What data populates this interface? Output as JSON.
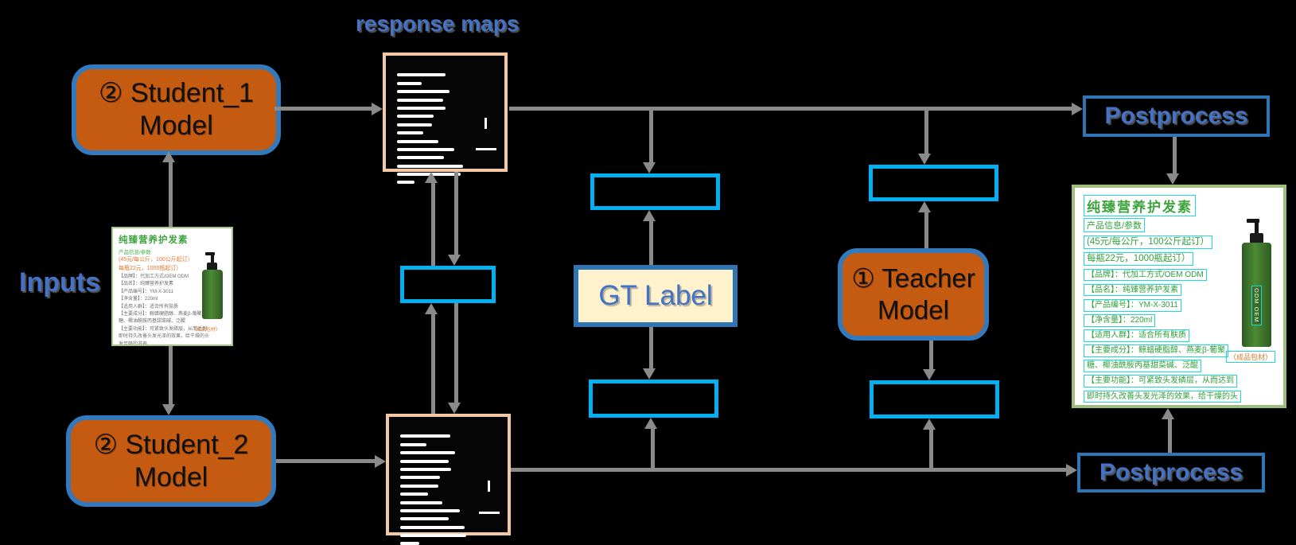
{
  "title": "response maps",
  "inputs_label": "Inputs",
  "nodes": {
    "student1": {
      "line1": "② Student_1",
      "line2": "Model"
    },
    "student2": {
      "line1": "② Student_2",
      "line2": "Model"
    },
    "teacher": {
      "line1": "① Teacher",
      "line2": "Model"
    },
    "gt_label": "GT Label",
    "postprocess_top": "Postprocess",
    "postprocess_bottom": "Postprocess"
  },
  "product": {
    "title": "纯臻营养护发素",
    "subtitle": "产品信息/参数",
    "lines": [
      "(45元/每公斤，100公斤起订）",
      "每瓶22元，1000瓶起订）",
      "【品牌】：代加工方式/OEM ODM",
      "【品名】：纯臻营养护发素",
      "【产品编号】：YM-X-3011",
      "【净含量】：220ml",
      "【适用人群】：适合所有肤质",
      "【主要成分】：鲸蜡硬脂醇、燕麦β-葡聚",
      "糖、椰油酰胺丙基甜菜碱、泛醌",
      "【主要功能】：可紧致头发磷层，从而达到",
      "即时持久改善头发光泽的效果，给干燥的头",
      "发足够的滋养"
    ],
    "bottle_label": "ODM OEM",
    "packaging_note": "（成品包材）"
  },
  "response_maps": {
    "map1_line_widths": [
      55,
      28,
      60,
      52,
      55,
      42,
      40,
      30,
      47,
      65,
      53,
      75,
      72,
      20
    ],
    "map2_line_widths": [
      57,
      30,
      62,
      55,
      58,
      45,
      43,
      32,
      48,
      68,
      55,
      73,
      75,
      22
    ]
  },
  "colors": {
    "model_fill": "#C55A11",
    "model_border": "#3279BE",
    "loss_box_border": "#00B0F0",
    "postprocess_border": "#2E75B6",
    "gt_fill": "#FFF2CC",
    "accent_text": "#4472C4",
    "arrow_gray": "#8A8A8A",
    "map_border_peach": "#F5C8A5",
    "card_border_green": "#9DBE7C",
    "ocr_box_cyan": "#1BDADA",
    "product_text_green": "#2FA13B",
    "price_text_orange": "#E2772E"
  }
}
